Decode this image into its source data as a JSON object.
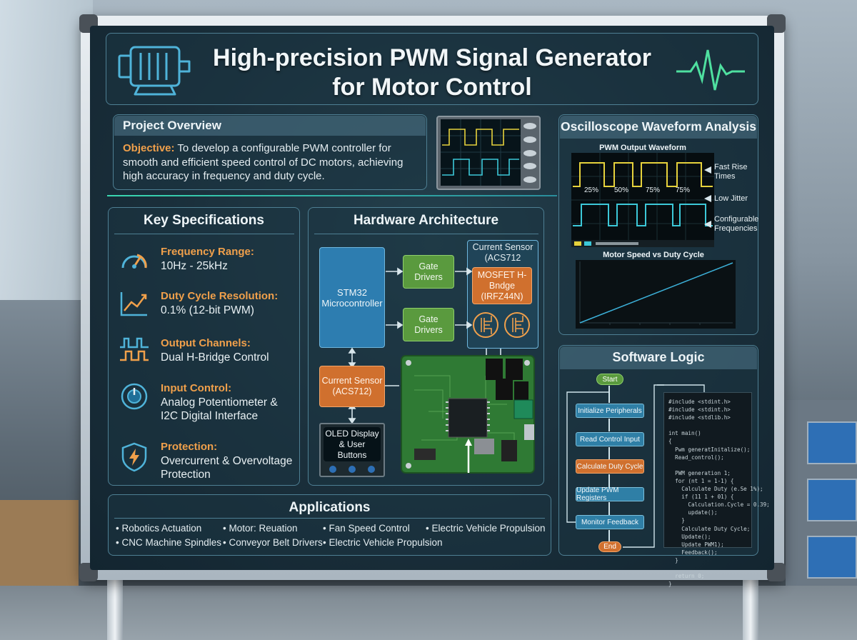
{
  "title": {
    "line1": "High-precision PWM Signal Generator",
    "line2": "for Motor Control"
  },
  "overview": {
    "heading": "Project Overview",
    "objective_label": "Objective:",
    "objective_text": " To develop a configurable PWM controller for smooth and efficient speed control of DC motors, achieving high accuracy in frequency and duty cycle."
  },
  "specs": {
    "heading": "Key Specifications",
    "items": [
      {
        "icon": "gauge-icon",
        "label": "Frequency Range:",
        "value": "10Hz - 25kHz"
      },
      {
        "icon": "trend-chart-icon",
        "label": "Duty Cycle Resolution:",
        "value": "0.1% (12-bit PWM)"
      },
      {
        "icon": "pulse-channels-icon",
        "label": "Output Channels:",
        "value": "Dual H-Bridge Control"
      },
      {
        "icon": "power-knob-icon",
        "label": "Input Control:",
        "value": "Analog Potentiometer & I2C Digital Interface"
      },
      {
        "icon": "shield-bolt-icon",
        "label": "Protection:",
        "value": "Overcurrent & Overvoltage Protection"
      }
    ]
  },
  "hardware": {
    "heading": "Hardware Architecture",
    "mcu": "STM32 Microcontroller",
    "gate1": "Gate Drivers",
    "gate2": "Gate Drivers",
    "sensor_top": "Current Sensor (ACS712",
    "mosfet": "MOSFET H-Bndge (IRFZ44N)",
    "sensor_left": "Current Sensor (ACS712)",
    "oled": "OLED Display & User Buttons"
  },
  "scope": {
    "heading": "Oscilloscope Waveform Analysis",
    "pwm_title": "PWM Output Waveform",
    "duty_labels": [
      "25%",
      "50%",
      "75%",
      "75%"
    ],
    "notes": [
      "Fast Rise Times",
      "Low Jitter",
      "Configurable Frequencies"
    ],
    "speed_title": "Motor Speed vs Duty Cycle"
  },
  "software": {
    "heading": "Software Logic",
    "start": "Start",
    "end": "End",
    "steps": [
      "Initialize Peripherals",
      "Read Control Input",
      "Calculate Duty Cycle",
      "Update PWM Registers",
      "Monitor Feedback"
    ],
    "code": "#include <stdint.h>\n#include <stdint.h>\n#include <stdlib.h>\n\nint main()\n{\n  Pwm generatInitalize();\n  Read_control();\n\n  PWM generation 1;\n  for (nt 1 = 1-1) {\n    Calculate Duty (e.Se 1%);\n    if (11 1 + 01) {\n      Calculation.Cycle = 0.39;\n      update();\n    }\n    Calculate Duty Cycle;\n    Update();\n    Update PWM1);\n    Feedback();\n  }\n\n  return 0;\n}"
  },
  "applications": {
    "heading": "Applications",
    "row1": [
      "Robotics Actuation",
      "Motor: Reuation",
      "Fan Speed Control",
      "Electric Vehicle Propulsion"
    ],
    "row2": [
      "CNC Machine Spindles",
      "Conveyor Belt Drivers",
      "Electric Vehicle Propulsion"
    ]
  },
  "colors": {
    "accent_orange": "#f0a04b",
    "wave_yellow": "#e6d23c",
    "wave_cyan": "#3cc8d8",
    "block_green": "#5a9a3e",
    "block_blue": "#2d7db0"
  }
}
